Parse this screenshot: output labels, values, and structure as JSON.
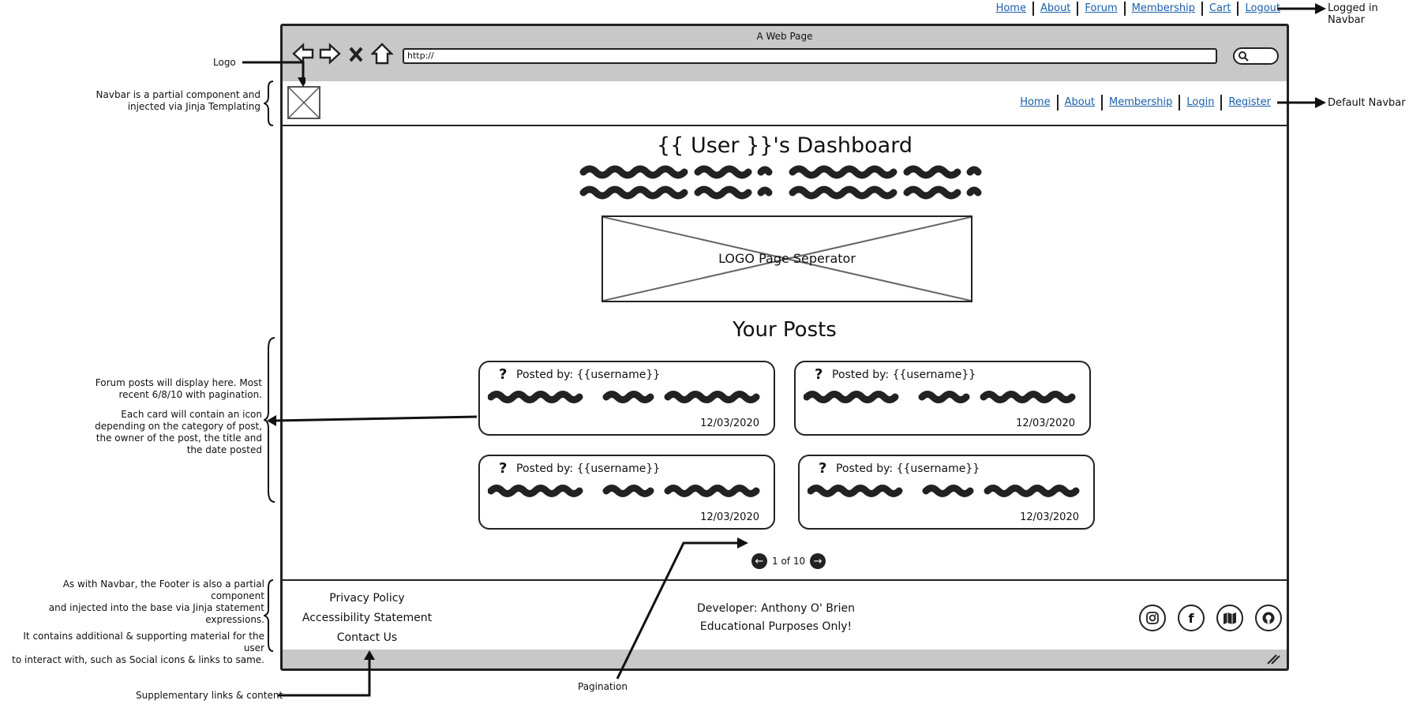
{
  "top_nav": {
    "items": [
      "Home",
      "About",
      "Forum",
      "Membership",
      "Cart",
      "Logout"
    ],
    "annotation": "Logged in Navbar"
  },
  "browser": {
    "title": "A Web Page",
    "address": "http://"
  },
  "site_nav": {
    "items": [
      "Home",
      "About",
      "Membership",
      "Login",
      "Register"
    ],
    "annotation": "Default Navbar"
  },
  "main": {
    "dashboard_title": "{{ User }}'s Dashboard",
    "separator_label": "LOGO Page Seperator",
    "posts_title": "Your Posts",
    "posts": [
      {
        "posted_by": "Posted by: {{username}}",
        "date": "12/03/2020",
        "icon": "question-mark-icon"
      },
      {
        "posted_by": "Posted by: {{username}}",
        "date": "12/03/2020",
        "icon": "question-mark-icon"
      },
      {
        "posted_by": "Posted by: {{username}}",
        "date": "12/03/2020",
        "icon": "question-mark-icon"
      },
      {
        "posted_by": "Posted by: {{username}}",
        "date": "12/03/2020",
        "icon": "question-mark-icon"
      }
    ],
    "pagination": "1 of 10"
  },
  "footer": {
    "links": [
      "Privacy Policy",
      "Accessibility Statement",
      "Contact Us"
    ],
    "developer": "Developer: Anthony O' Brien",
    "purpose": "Educational Purposes Only!",
    "social_icons": [
      "instagram-icon",
      "facebook-icon",
      "map-icon",
      "github-icon"
    ]
  },
  "annotations": {
    "logo": "Logo",
    "navbar_line1": "Navbar is a partial component and",
    "navbar_line2": "injected via Jinja Templating",
    "forum_line1": "Forum posts will display here. Most",
    "forum_line2": "recent 6/8/10 with pagination.",
    "card_line1": "Each card will contain an icon",
    "card_line2": "depending on the category of post,",
    "card_line3": "the owner of the post, the title and",
    "card_line4": "the date posted",
    "footer_line1": "As with Navbar, the Footer is also a partial component",
    "footer_line2": "and injected into the base via Jinja statement",
    "footer_line3": "expressions.",
    "footer_line4": "It contains additional & supporting material for the user",
    "footer_line5": "to interact with, such as Social icons & links to same.",
    "supplementary": "Supplementary links & content",
    "pagination": "Pagination"
  },
  "colors": {
    "link": "#1a5fa8",
    "chrome_gray": "#c8c8c8",
    "ink": "#222222"
  }
}
